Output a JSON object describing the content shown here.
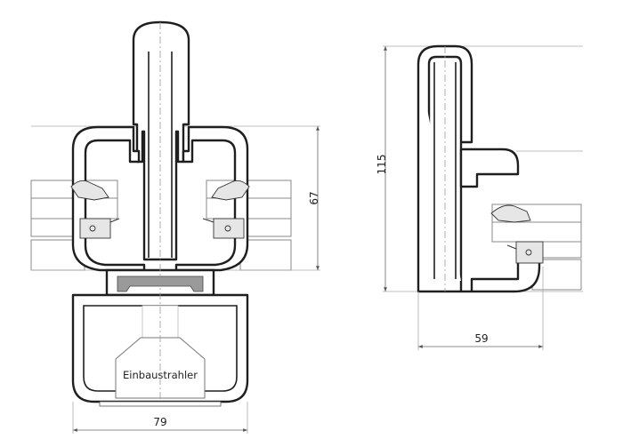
{
  "left_profile": {
    "width_dimension": "79",
    "height_dimension": "67",
    "component_label": "Einbaustrahler"
  },
  "right_profile": {
    "width_dimension": "59",
    "height_dimension": "115"
  }
}
